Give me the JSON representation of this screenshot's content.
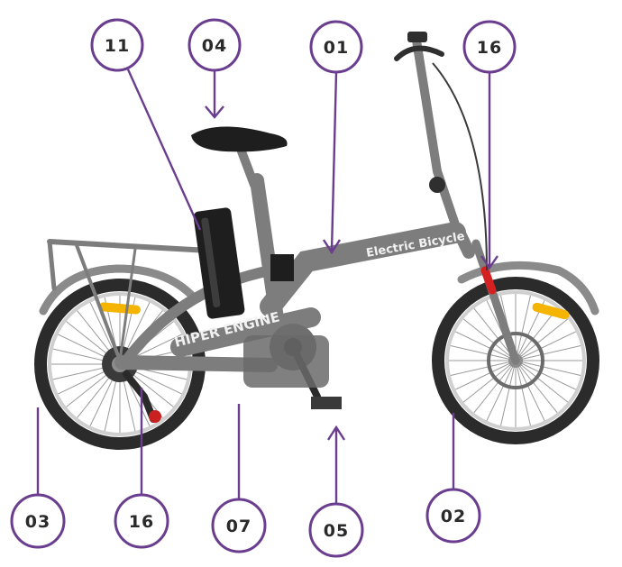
{
  "frame_labels": {
    "top_tube": "Electric Bicycle",
    "down_tube": "HIPER ENGINE"
  },
  "colors": {
    "callout": "#6a3d8f",
    "frame": "#7d7d7d",
    "tyre": "#2b2b2b",
    "reflector": "#f5b400"
  },
  "callouts": [
    {
      "id": "c11",
      "label": "11"
    },
    {
      "id": "c04",
      "label": "04"
    },
    {
      "id": "c01",
      "label": "01"
    },
    {
      "id": "c16a",
      "label": "16"
    },
    {
      "id": "c03",
      "label": "03"
    },
    {
      "id": "c16b",
      "label": "16"
    },
    {
      "id": "c07",
      "label": "07"
    },
    {
      "id": "c05",
      "label": "05"
    },
    {
      "id": "c02",
      "label": "02"
    }
  ]
}
